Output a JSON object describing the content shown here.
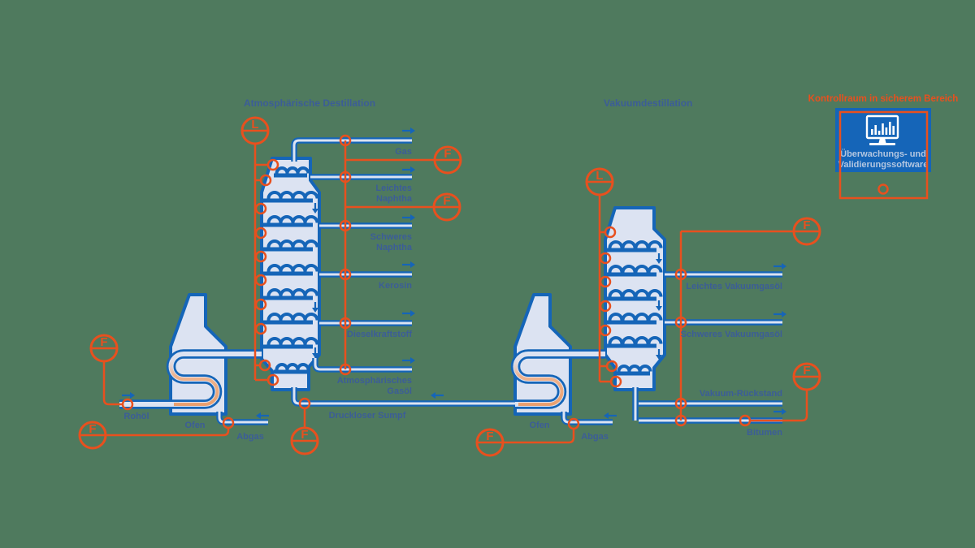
{
  "atmospheric_unit": {
    "title": "Atmosphärische Destillation",
    "feed": "Rohöl",
    "furnace": "Ofen",
    "flue_gas": "Abgas",
    "products": {
      "gas": "Gas",
      "light_naphtha_1": "Leichtes",
      "light_naphtha_2": "Naphtha",
      "heavy_naphtha_1": "Schweres",
      "heavy_naphtha_2": "Naphtha",
      "kerosene": "Kerosin",
      "diesel": "Dieselkraftstoff",
      "gasoil_1": "Atmosphärisches",
      "gasoil_2": "Gasöl",
      "bottoms": "Druckloser Sumpf"
    }
  },
  "vacuum_unit": {
    "title": "Vakuumdestillation",
    "furnace": "Ofen",
    "flue_gas": "Abgas",
    "products": {
      "light_vgo": "Leichtes Vakuumgasöl",
      "heavy_vgo": "Schweres Vakuumgasöl",
      "residue": "Vakuum-Rückstand",
      "bitumen": "Bitumen"
    }
  },
  "control_room": {
    "title": "Kontrollraum in sicherem Bereich",
    "software_label_1": "Überwachungs- und",
    "software_label_2": "Validierungssoftware"
  },
  "instruments": {
    "flow_letter": "F",
    "level_letter": "L"
  },
  "colors": {
    "background": "#4f7a5e",
    "line_blue": "#1565b8",
    "vessel_fill": "#dce3f2",
    "instrument_orange": "#e8501e",
    "label_blue": "#3b5c9b"
  }
}
